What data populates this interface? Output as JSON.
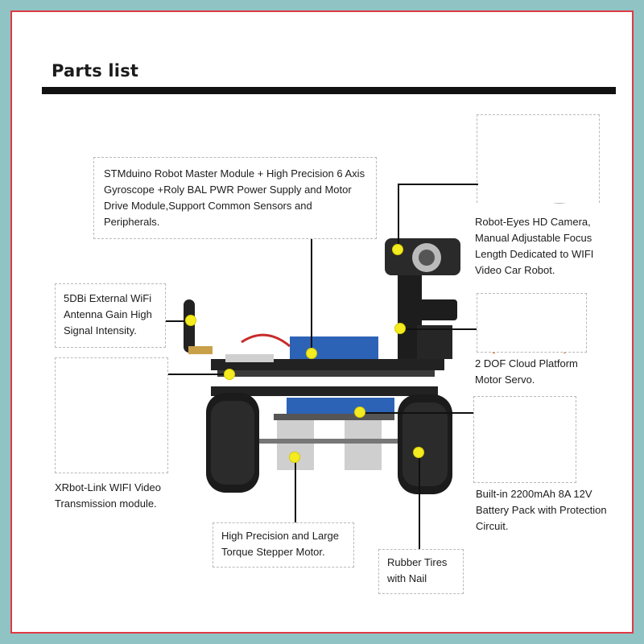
{
  "page": {
    "title": "Parts list"
  },
  "callouts": {
    "master_module": "STMduino Robot Master Module + High Precision 6 Axis Gyroscope +Roly BAL PWR Power Supply and Motor Drive Module,Support Common Sensors and Peripherals.",
    "camera": "Robot-Eyes HD Camera, Manual Adjustable Focus Length Dedicated to WIFI Video Car Robot.",
    "antenna": "5DBi External WiFi Antenna Gain High Signal Intensity.",
    "servo": "2 DOF Cloud Platform Motor Servo.",
    "wifi_module": "XRbot-Link WIFI Video Transmission module.",
    "battery": "Built-in 2200mAh 8A 12V Battery Pack with Protection Circuit.",
    "stepper": "High Precision and Large Torque Stepper Motor.",
    "tires": "Rubber Tires with Nail"
  },
  "colors": {
    "border": "#e03a46",
    "dot": "#f4ec20",
    "background": "#8fc3c4"
  }
}
